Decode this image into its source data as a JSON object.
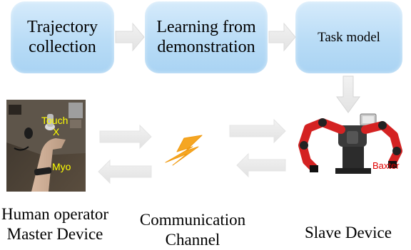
{
  "pipeline": {
    "steps": [
      {
        "label": "Trajectory\ncollection"
      },
      {
        "label": "Learning from\ndemonstration"
      },
      {
        "label": "Task model"
      }
    ]
  },
  "master_photo": {
    "labels": [
      "Touch",
      "X",
      "Myo"
    ]
  },
  "slave_photo": {
    "label": "Baxter"
  },
  "captions": {
    "master": "Human operator\nMaster Device",
    "channel": "Communication\nChannel",
    "slave": "Slave Device"
  },
  "colors": {
    "box_fill": "#b9dcf6",
    "arrow_fill": "#e9e9e9",
    "lightning": "#f5a623",
    "master_label": "#ffff00",
    "slave_label": "#e00000"
  }
}
